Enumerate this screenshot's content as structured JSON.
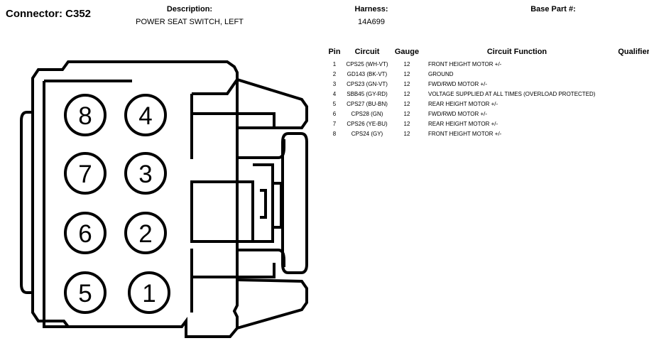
{
  "connector": {
    "label": "Connector: C352"
  },
  "description": {
    "label": "Description:",
    "value": "POWER SEAT SWITCH, LEFT"
  },
  "harness": {
    "label": "Harness:",
    "value": "14A699"
  },
  "base_part": {
    "label": "Base Part #:",
    "value": ""
  },
  "table": {
    "headers": {
      "pin": "Pin",
      "circuit": "Circuit",
      "gauge": "Gauge",
      "function": "Circuit Function",
      "qualifier": "Qualifier"
    },
    "rows": [
      {
        "pin": "1",
        "circuit": "CPS25 (WH-VT)",
        "gauge": "12",
        "function": "FRONT HEIGHT MOTOR +/-",
        "qualifier": ""
      },
      {
        "pin": "2",
        "circuit": "GD143 (BK-VT)",
        "gauge": "12",
        "function": "GROUND",
        "qualifier": ""
      },
      {
        "pin": "3",
        "circuit": "CPS23 (GN-VT)",
        "gauge": "12",
        "function": "FWD/RWD MOTOR +/-",
        "qualifier": ""
      },
      {
        "pin": "4",
        "circuit": "SBB45 (GY-RD)",
        "gauge": "12",
        "function": "VOLTAGE SUPPLIED AT ALL TIMES (OVERLOAD PROTECTED)",
        "qualifier": ""
      },
      {
        "pin": "5",
        "circuit": "CPS27 (BU-BN)",
        "gauge": "12",
        "function": "REAR HEIGHT MOTOR +/-",
        "qualifier": ""
      },
      {
        "pin": "6",
        "circuit": "CPS28 (GN)",
        "gauge": "12",
        "function": "FWD/RWD MOTOR +/-",
        "qualifier": ""
      },
      {
        "pin": "7",
        "circuit": "CPS26 (YE-BU)",
        "gauge": "12",
        "function": "REAR HEIGHT MOTOR +/-",
        "qualifier": ""
      },
      {
        "pin": "8",
        "circuit": "CPS24 (GY)",
        "gauge": "12",
        "function": "FRONT HEIGHT MOTOR +/-",
        "qualifier": ""
      }
    ]
  },
  "diagram": {
    "pins": [
      {
        "label": "8"
      },
      {
        "label": "4"
      },
      {
        "label": "7"
      },
      {
        "label": "3"
      },
      {
        "label": "6"
      },
      {
        "label": "2"
      },
      {
        "label": "5"
      },
      {
        "label": "1"
      }
    ]
  }
}
